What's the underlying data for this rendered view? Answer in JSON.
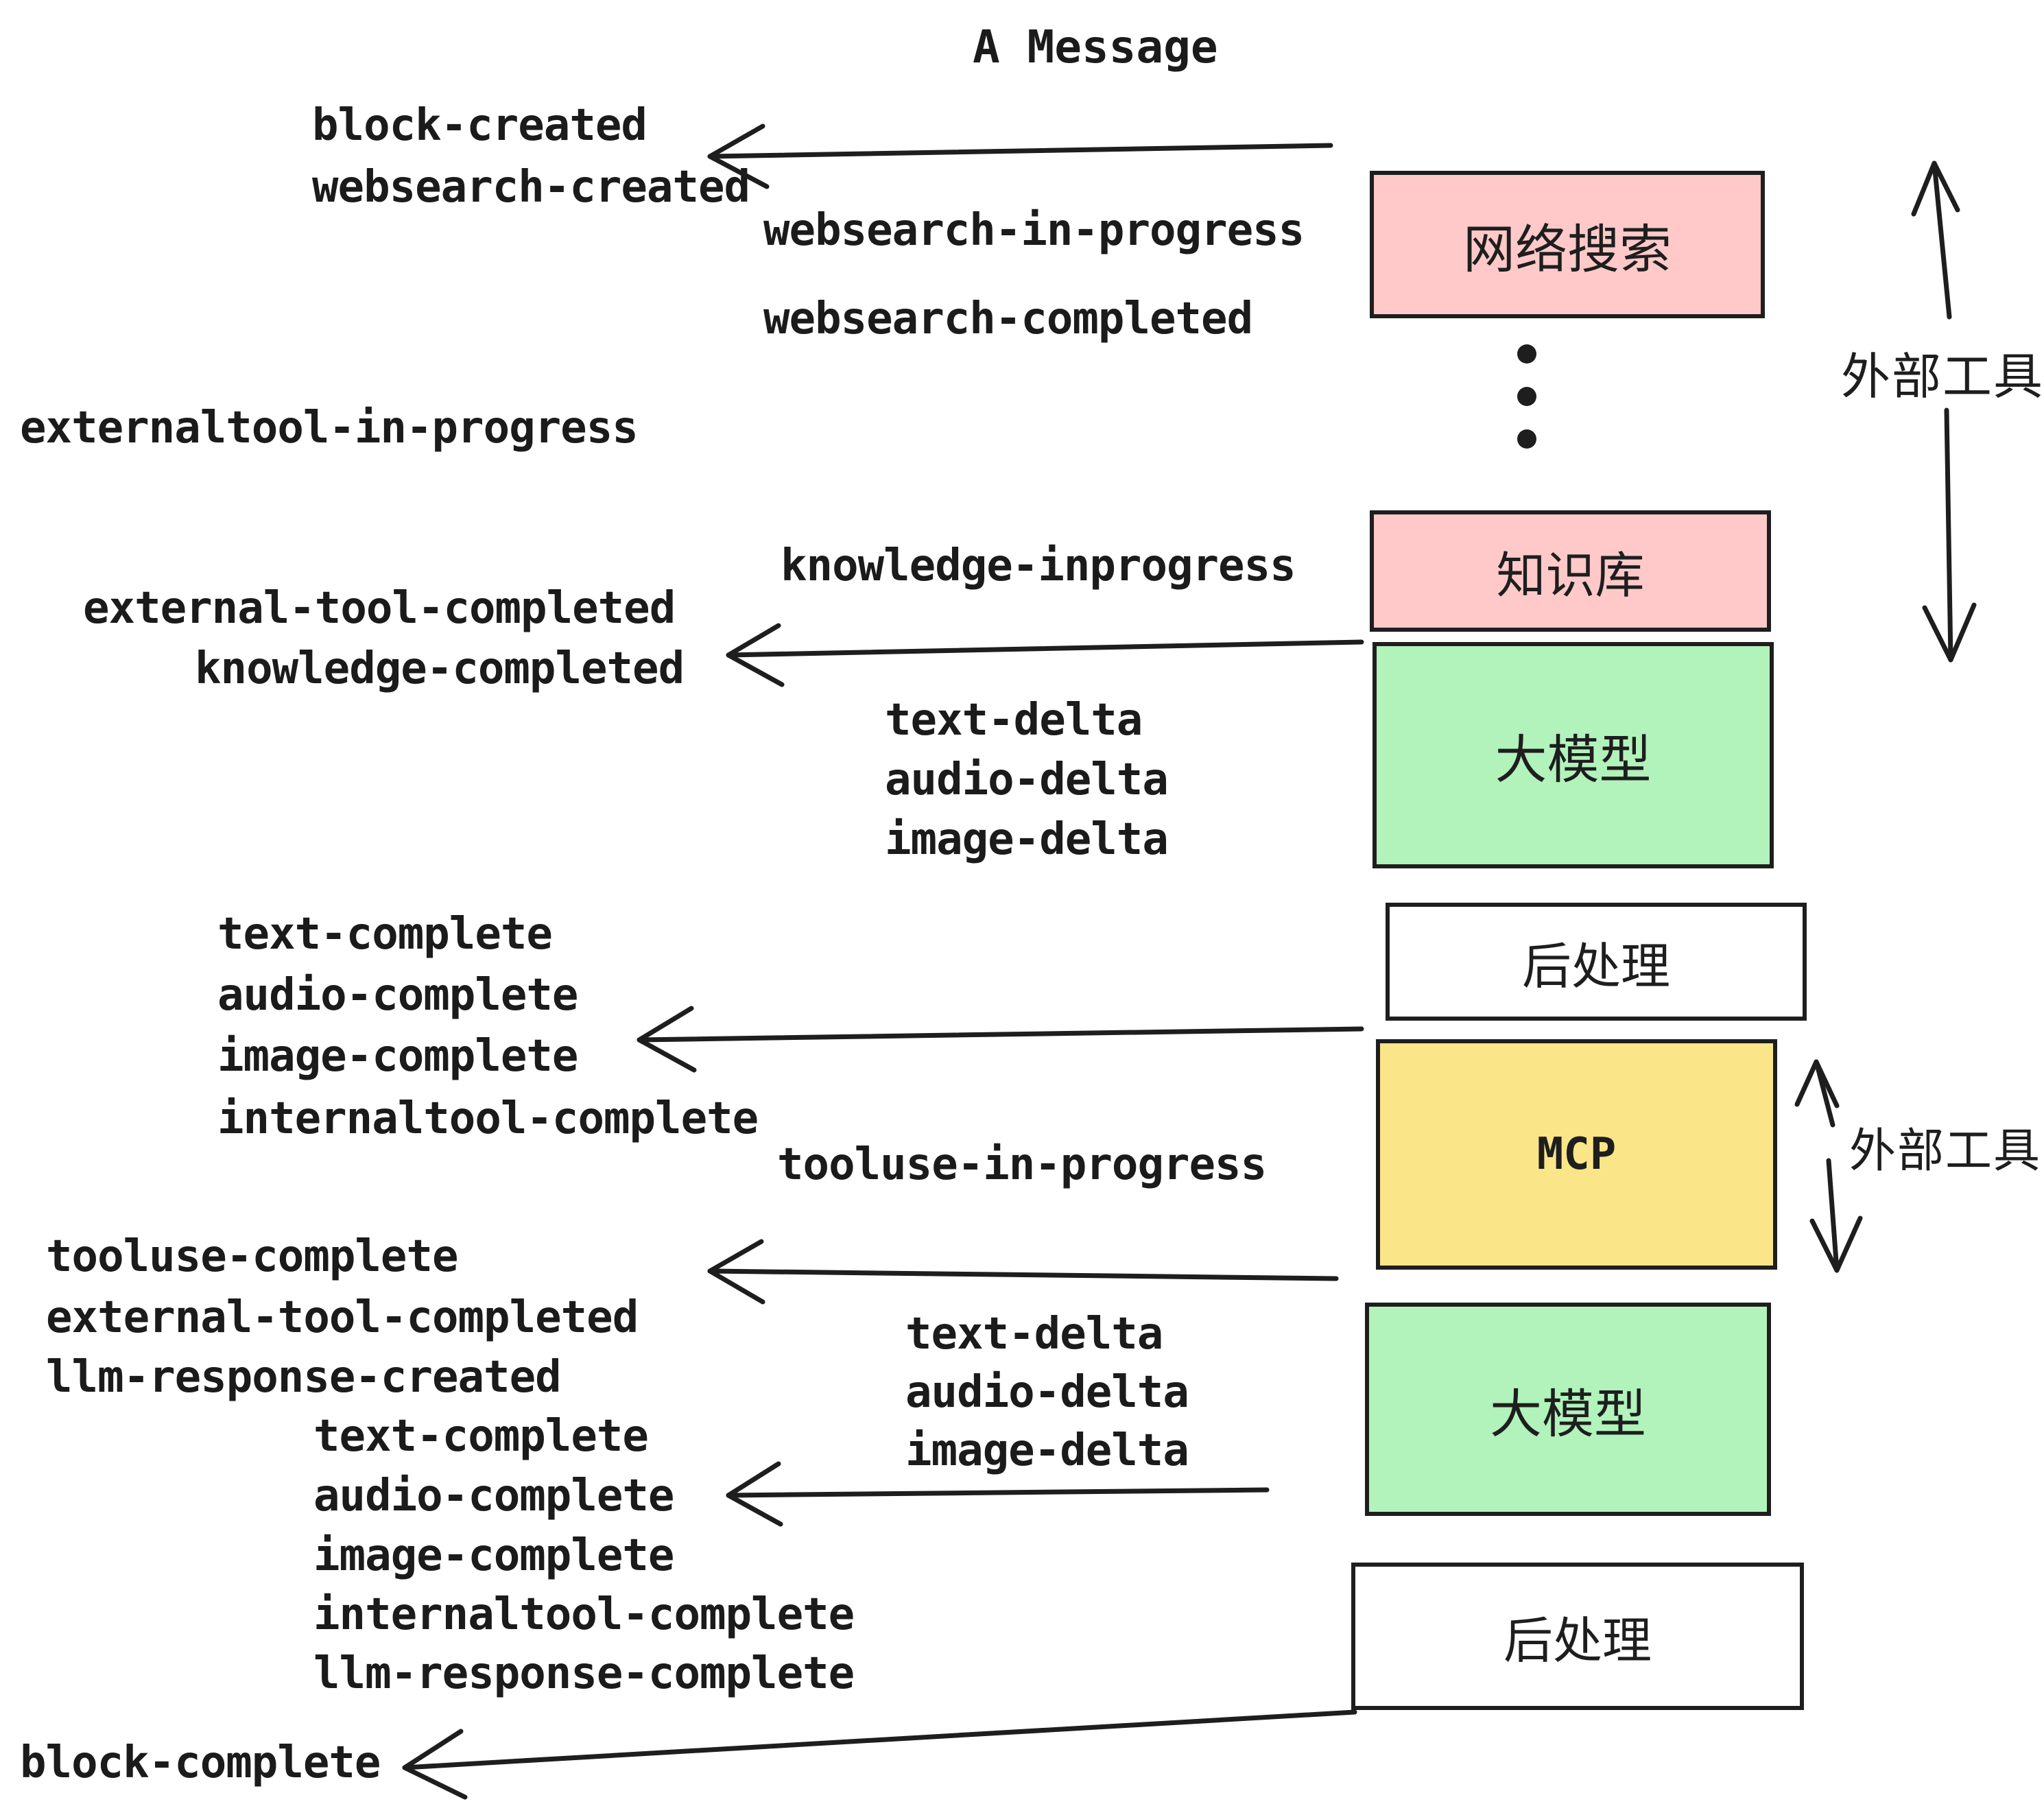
{
  "title": "A Message",
  "events": {
    "block_created": "block-created",
    "websearch_created": "websearch-created",
    "websearch_in_progress": "websearch-in-progress",
    "websearch_completed": "websearch-completed",
    "externaltool_in_progress": "externaltool-in-progress",
    "knowledge_inprogress": "knowledge-inprogress",
    "external_tool_completed": "external-tool-completed",
    "knowledge_completed": "knowledge-completed",
    "text_delta": "text-delta",
    "audio_delta": "audio-delta",
    "image_delta": "image-delta",
    "text_complete": "text-complete",
    "audio_complete": "audio-complete",
    "image_complete": "image-complete",
    "internaltool_complete": "internaltool-complete",
    "tooluse_in_progress": "tooluse-in-progress",
    "tooluse_complete": "tooluse-complete",
    "llm_response_created": "llm-response-created",
    "llm_response_complete": "llm-response-complete",
    "block_complete": "block-complete"
  },
  "boxes": [
    {
      "id": "websearch",
      "label": "网络搜索"
    },
    {
      "id": "knowledge",
      "label": "知识库"
    },
    {
      "id": "llm-1",
      "label": "大模型"
    },
    {
      "id": "post-1",
      "label": "后处理"
    },
    {
      "id": "mcp",
      "label": "MCP"
    },
    {
      "id": "llm-2",
      "label": "大模型"
    },
    {
      "id": "post-2",
      "label": "后处理"
    }
  ],
  "side": {
    "external_tools_top": "外部工具",
    "external_tools_mid": "外部工具"
  },
  "icons": {
    "vertical_ellipsis": "three-dots-vertical",
    "left_arrows": "hand-drawn-left-arrow",
    "up_down_arrows": "hand-drawn-vertical-arrows"
  },
  "colors": {
    "box_pink": "#ffc9c9",
    "box_green": "#b2f2bb",
    "box_yellow": "#fae588",
    "box_white": "#ffffff",
    "stroke": "#1e1e1e",
    "text": "#1b1b1b"
  }
}
